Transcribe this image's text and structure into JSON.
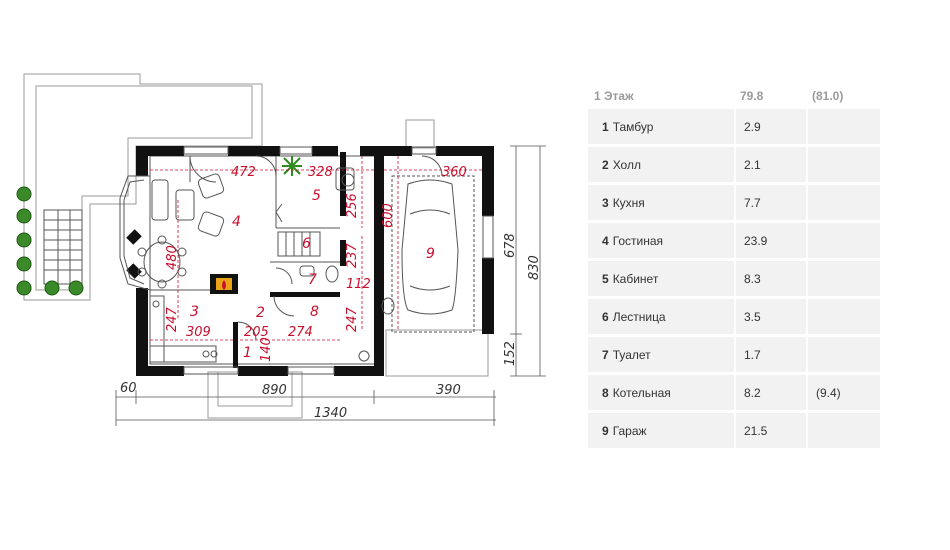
{
  "plan": {
    "rooms": [
      "1",
      "2",
      "3",
      "4",
      "5",
      "6",
      "7",
      "8",
      "9"
    ],
    "dims_red": {
      "d472": "472",
      "d328": "328",
      "d360": "360",
      "d256": "256",
      "d600": "600",
      "d480": "480",
      "d237": "237",
      "d112": "112",
      "d247a": "247",
      "d247b": "247",
      "d309": "309",
      "d205": "205",
      "d274": "274",
      "d140": "140"
    },
    "dims_black": {
      "d678": "678",
      "d830": "830",
      "d152": "152",
      "d60": "60",
      "d890": "890",
      "d390": "390",
      "d1340": "1340"
    },
    "colors": {
      "dimension": "#c8102e",
      "wall": "#111111",
      "fireplace": "#e8a317"
    }
  },
  "table": {
    "header": {
      "label": "1 Этаж",
      "area": "79.8",
      "extra": "(81.0)"
    },
    "rows": [
      {
        "num": "1",
        "name": "Тамбур",
        "area": "2.9",
        "extra": ""
      },
      {
        "num": "2",
        "name": "Холл",
        "area": "2.1",
        "extra": ""
      },
      {
        "num": "3",
        "name": "Кухня",
        "area": "7.7",
        "extra": ""
      },
      {
        "num": "4",
        "name": "Гостиная",
        "area": "23.9",
        "extra": ""
      },
      {
        "num": "5",
        "name": "Кабинет",
        "area": "8.3",
        "extra": ""
      },
      {
        "num": "6",
        "name": "Лестница",
        "area": "3.5",
        "extra": ""
      },
      {
        "num": "7",
        "name": "Туалет",
        "area": "1.7",
        "extra": ""
      },
      {
        "num": "8",
        "name": "Котельная",
        "area": "8.2",
        "extra": "(9.4)"
      },
      {
        "num": "9",
        "name": "Гараж",
        "area": "21.5",
        "extra": ""
      }
    ]
  }
}
